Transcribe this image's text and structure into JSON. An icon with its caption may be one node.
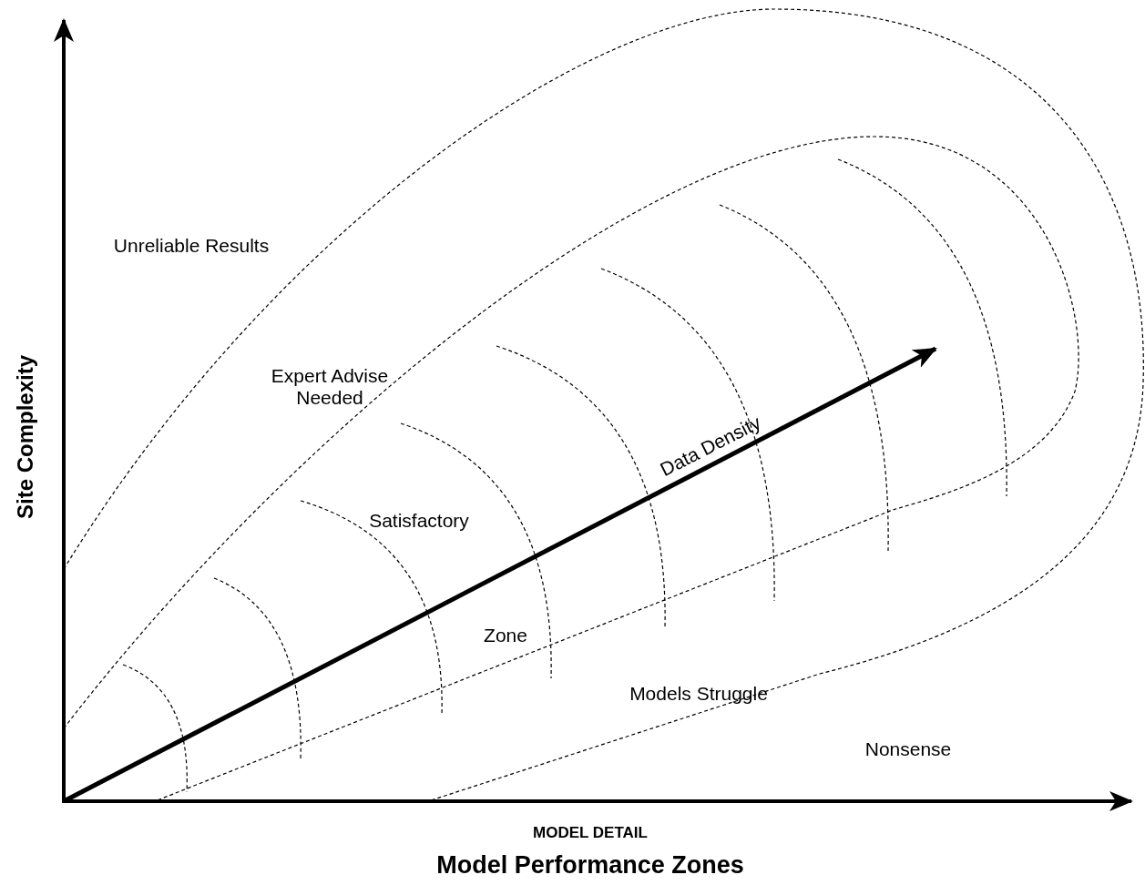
{
  "diagram": {
    "caption": "Model Performance Zones",
    "labels": [
      "Unreliable Results",
      "Expert Advise Needed",
      "Satisfactory",
      "Data Density",
      "Zone",
      "Models Struggle",
      "Nonsense",
      "Site Complexity",
      "MODEL DETAIL"
    ]
  }
}
